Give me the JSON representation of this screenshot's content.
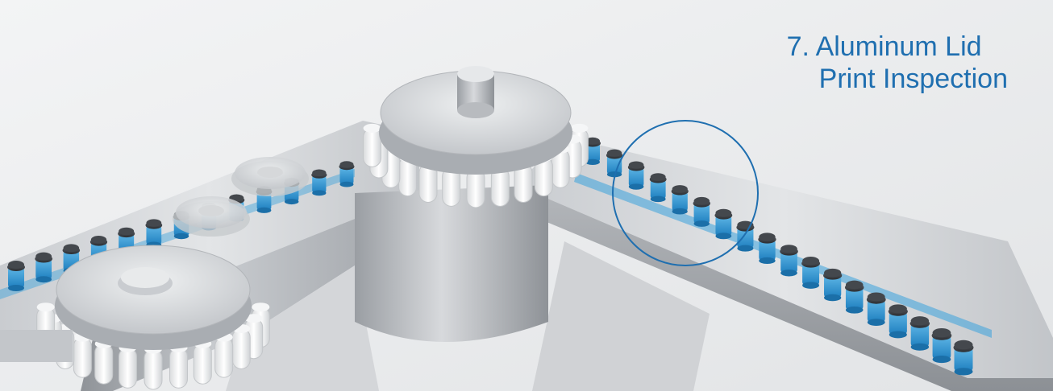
{
  "caption": {
    "line1": "7. Aluminum Lid",
    "line2": "Print Inspection"
  },
  "colors": {
    "accent": "#1f6fb0",
    "liquid": "#2f9ad6",
    "cap": "#3a3d42",
    "steel": "#b9bcc1",
    "background": "#eceeef"
  },
  "illustration": {
    "subject": "vial conveyor line with star wheels",
    "highlight": "inspection-circle"
  }
}
